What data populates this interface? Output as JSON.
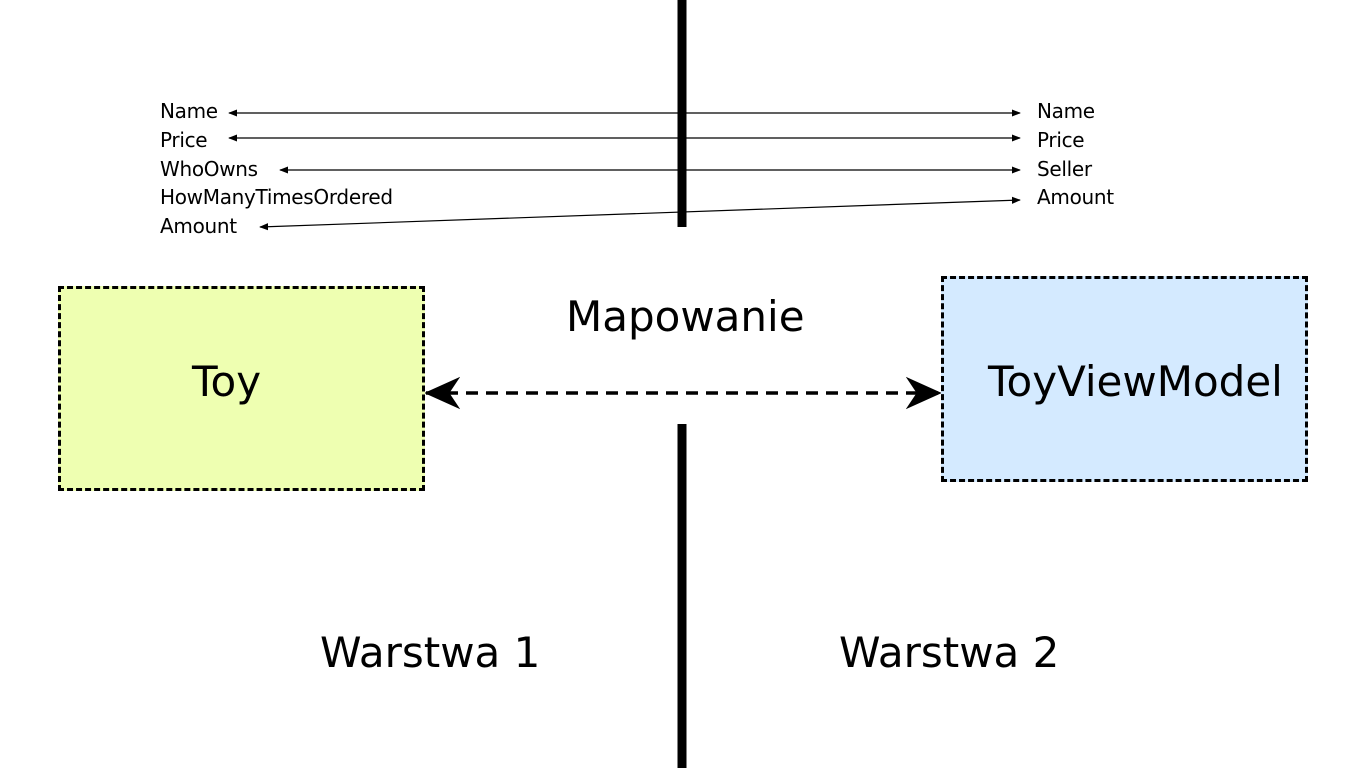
{
  "diagram": {
    "left_fields": [
      "Name",
      "Price",
      "WhoOwns",
      "HowManyTimesOrdered",
      "Amount"
    ],
    "right_fields": [
      "Name",
      "Price",
      "Seller",
      "Amount"
    ],
    "mapping_label": "Mapowanie",
    "left_box": {
      "label": "Toy",
      "color": "#eeffb1"
    },
    "right_box": {
      "label": "ToyViewModel",
      "color": "#d4eaff"
    },
    "layer_1_label": "Warstwa 1",
    "layer_2_label": "Warstwa 2",
    "mappings": [
      {
        "from": "Name",
        "to": "Name"
      },
      {
        "from": "Price",
        "to": "Price"
      },
      {
        "from": "WhoOwns",
        "to": "Seller"
      },
      {
        "from": "Amount",
        "to": "Amount"
      }
    ]
  }
}
